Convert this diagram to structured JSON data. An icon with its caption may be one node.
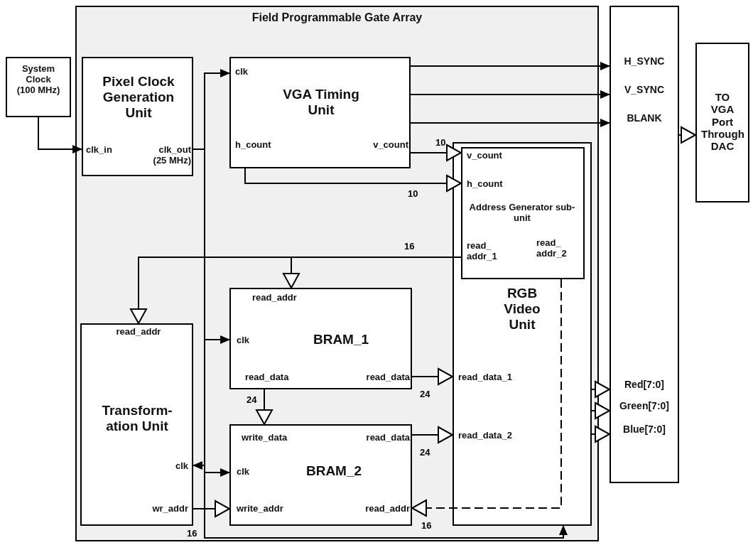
{
  "diagram": {
    "nodes": [
      {
        "text": [
          "System Clock (100 MHz)"
        ]
      },
      {
        "text": [
          "Field Programmable Gate Array"
        ]
      },
      {
        "text": [
          "Pixel Clock Generation Unit",
          "clk_in",
          "clk_out (25 MHz)"
        ],
        "in": 1
      },
      {
        "text": [
          "clk",
          "VGA Timing Unit",
          "h_count",
          "v_count"
        ],
        "in": 1
      },
      {
        "text": [
          "RGB Video Unit",
          "read_data_1",
          "read_data_2"
        ],
        "in": 1
      },
      {
        "text": [
          "v_count",
          "h_count",
          "Address Generator sub-unit",
          "read_ addr_1",
          "read_ addr_2"
        ],
        "in": 4
      },
      {
        "text": [
          "read_addr",
          "Transform- ation Unit",
          "clk",
          "wr_addr"
        ],
        "in": 1
      },
      {
        "text": [
          "read_addr",
          "clk",
          "BRAM_1",
          "read_data",
          "read_data"
        ],
        "in": 1
      },
      {
        "text": [
          "write_data",
          "read_data",
          "clk",
          "BRAM_2",
          "write_addr",
          "read_addr"
        ],
        "in": 1
      },
      {
        "text": [
          "H_SYNC",
          "V_SYNC",
          "BLANK",
          "Red[7:0]",
          "Green[7:0]",
          "Blue[7:0]"
        ]
      },
      {
        "text": [
          "TO VGA Port Through DAC"
        ]
      }
    ],
    "edges": [
      {
        "from": 0,
        "to": 2,
        "arrow": "to"
      },
      {
        "from": 2,
        "to": 3,
        "arrow": "to"
      },
      {
        "from": 2,
        "to": 7,
        "arrow": "to"
      },
      {
        "from": 2,
        "to": 8,
        "arrow": "to"
      },
      {
        "from": 2,
        "to": 6,
        "arrow": "to"
      },
      {
        "from": 2,
        "to": 4,
        "arrow": "to"
      },
      {
        "from": 3,
        "to": 9,
        "arrow": "to"
      },
      {
        "from": 3,
        "to": 9,
        "arrow": "to"
      },
      {
        "from": 3,
        "to": 9,
        "arrow": "to"
      },
      {
        "from": 3,
        "to": 5,
        "arrow": "to",
        "label": "10"
      },
      {
        "from": 3,
        "to": 5,
        "arrow": "to",
        "label": "10"
      },
      {
        "from": 5,
        "to": 6,
        "arrow": "to",
        "label": "16"
      },
      {
        "from": 5,
        "to": 7,
        "arrow": "to"
      },
      {
        "from": 7,
        "to": 4,
        "arrow": "to",
        "label": "24"
      },
      {
        "from": 7,
        "to": 8,
        "arrow": "to",
        "label": "24"
      },
      {
        "from": 8,
        "to": 4,
        "arrow": "to",
        "label": "24"
      },
      {
        "from": 6,
        "to": 8,
        "arrow": "to",
        "label": "16"
      },
      {
        "from": 5,
        "to": 8,
        "arrow": "to",
        "label": "16",
        "style": "dashed"
      },
      {
        "from": 4,
        "to": 9,
        "arrow": "to"
      },
      {
        "from": 4,
        "to": 9,
        "arrow": "to"
      },
      {
        "from": 4,
        "to": 9,
        "arrow": "to"
      },
      {
        "from": 9,
        "to": 10,
        "arrow": "to"
      }
    ]
  }
}
